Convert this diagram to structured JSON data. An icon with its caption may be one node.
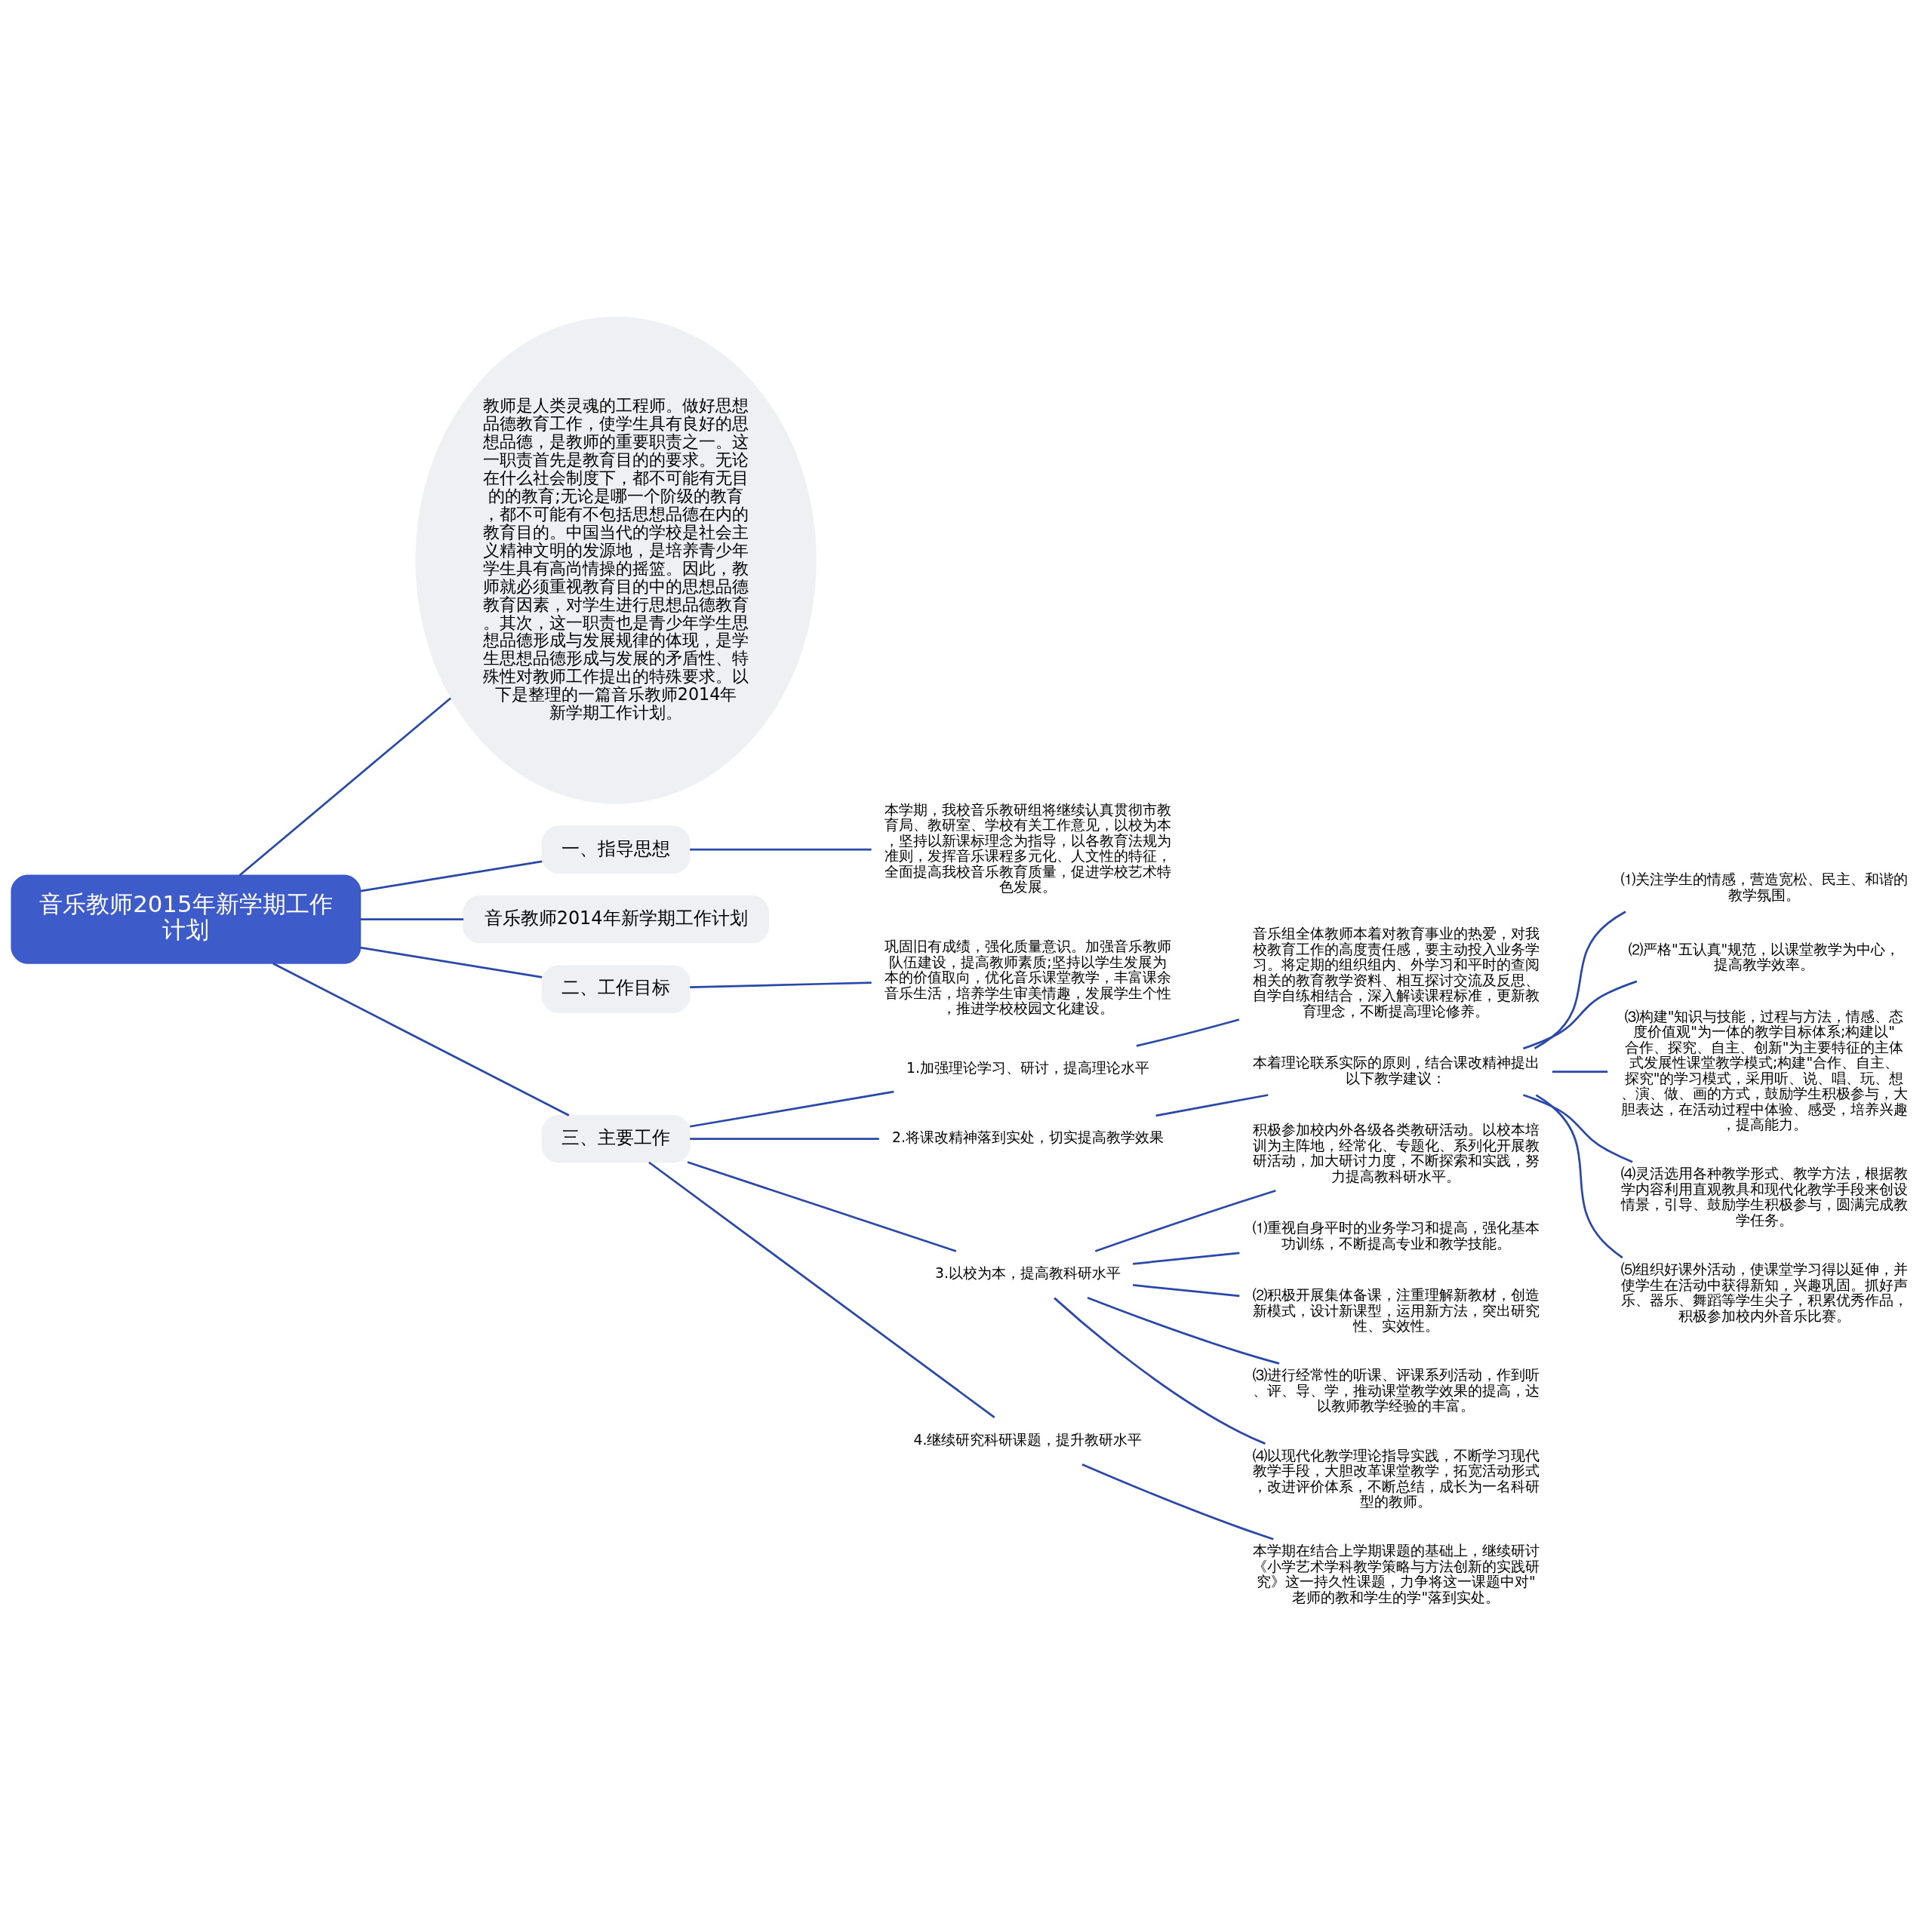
{
  "diagram": {
    "nodes": [
      {
        "text": [
          "音乐教师2015年新学期工作计划"
        ]
      },
      {
        "text": [
          "教师是人类灵魂的工程师。做好思想品德教育工作，使学生具有良好的思想品德，是教师的重要职责之一。这一职责首先是教育目的的要求。无论在什么社会制度下，都不可能有无目的的教育;无论是哪一个阶级的教育，都不可能有不包括思想品德在内的教育目的。中国当代的学校是社会主义精神文明的发源地，是培养青少年学生具有高尚情操的摇篮。因此，教师就必须重视教育目的中的思想品德教育因素，对学生进行思想品德教育。其次，这一职责也是青少年学生思想品德形成与发展规律的体现，是学生思想品德形成与发展的矛盾性、特殊性对教师工作提出的特殊要求。以下是整理的一篇音乐教师2014年新学期工作计划。"
        ]
      },
      {
        "text": [
          "一、指导思想"
        ]
      },
      {
        "text": [
          "本学期，我校音乐教研组将继续认真贯彻市教育局、教研室、学校有关工作意见，以校为本，坚持以新课标理念为指导，以各教育法规为准则，发挥音乐课程多元化、人文性的特征，全面提高我校音乐教育质量，促进学校艺术特色发展。"
        ]
      },
      {
        "text": [
          "音乐教师2014年新学期工作计划"
        ]
      },
      {
        "text": [
          "二、工作目标"
        ]
      },
      {
        "text": [
          "巩固旧有成绩，强化质量意识。加强音乐教师队伍建设，提高教师素质;坚持以学生发展为本的价值取向，优化音乐课堂教学，丰富课余音乐生活，培养学生审美情趣，发展学生个性，推进学校校园文化建设。"
        ]
      },
      {
        "text": [
          "三、主要工作"
        ]
      },
      {
        "text": [
          "1.加强理论学习、研讨，提高理论水平"
        ]
      },
      {
        "text": [
          "音乐组全体教师本着对教育事业的热爱，对我校教育工作的高度责任感，要主动投入业务学习。将定期的组织组内、外学习和平时的查阅相关的教育教学资料、相互探讨交流及反思、自学自练相结合，深入解读课程标准，更新教育理念，不断提高理论修养。"
        ]
      },
      {
        "text": [
          "2.将课改精神落到实处，切实提高教学效果"
        ]
      },
      {
        "text": [
          "本着理论联系实际的原则，结合课改精神提出以下教学建议："
        ]
      },
      {
        "text": [
          "⑴关注学生的情感，营造宽松、民主、和谐的教学氛围。"
        ]
      },
      {
        "text": [
          "⑵严格\"五认真\"规范，以课堂教学为中心，提高教学效率。"
        ]
      },
      {
        "text": [
          "⑶构建\"知识与技能，过程与方法，情感、态度价值观\"为一体的教学目标体系;构建以\"合作、探究、自主、创新\"为主要特征的主体式发展性课堂教学模式;构建\"合作、自主、探究\"的学习模式，采用听、说、唱、玩、想、演、做、画的方式，鼓励学生积极参与，大胆表达，在活动过程中体验、感受，培养兴趣，提高能力。"
        ]
      },
      {
        "text": [
          "⑷灵活选用各种教学形式、教学方法，根据教学内容利用直观教具和现代化教学手段来创设情景，引导、鼓励学生积极参与，圆满完成教学任务。"
        ]
      },
      {
        "text": [
          "⑸组织好课外活动，使课堂学习得以延伸，并使学生在活动中获得新知，兴趣巩固。抓好声乐、器乐、舞蹈等学生尖子，积累优秀作品，积极参加校内外音乐比赛。"
        ]
      },
      {
        "text": [
          "3.以校为本，提高教科研水平"
        ]
      },
      {
        "text": [
          "积极参加校内外各级各类教研活动。以校本培训为主阵地，经常化、专题化、系列化开展教研活动，加大研讨力度，不断探索和实践，努力提高教科研水平。"
        ]
      },
      {
        "text": [
          "⑴重视自身平时的业务学习和提高，强化基本功训练，不断提高专业和教学技能。"
        ]
      },
      {
        "text": [
          "⑵积极开展集体备课，注重理解新教材，创造新模式，设计新课型，运用新方法，突出研究性、实效性。"
        ]
      },
      {
        "text": [
          "⑶进行经常性的听课、评课系列活动，作到听、评、导、学，推动课堂教学效果的提高，达以教师教学经验的丰富。"
        ]
      },
      {
        "text": [
          "⑷以现代化教学理论指导实践，不断学习现代教学手段，大胆改革课堂教学，拓宽活动形式，改进评价体系，不断总结，成长为一名科研型的教师。"
        ]
      },
      {
        "text": [
          "4.继续研究科研课题，提升教研水平"
        ]
      },
      {
        "text": [
          "本学期在结合上学期课题的基础上，继续研讨《小学艺术学科教学策略与方法创新的实践研究》这一持久性课题，力争将这一课题中对\"老师的教和学生的学\"落到实处。"
        ]
      }
    ],
    "edges": [
      {
        "from": 0,
        "to": 1,
        "arrow": "none"
      },
      {
        "from": 0,
        "to": 2,
        "arrow": "none"
      },
      {
        "from": 2,
        "to": 3,
        "arrow": "none"
      },
      {
        "from": 0,
        "to": 4,
        "arrow": "none"
      },
      {
        "from": 0,
        "to": 5,
        "arrow": "none"
      },
      {
        "from": 5,
        "to": 6,
        "arrow": "none"
      },
      {
        "from": 0,
        "to": 7,
        "arrow": "none"
      },
      {
        "from": 7,
        "to": 8,
        "arrow": "none"
      },
      {
        "from": 8,
        "to": 9,
        "arrow": "none"
      },
      {
        "from": 7,
        "to": 10,
        "arrow": "none"
      },
      {
        "from": 10,
        "to": 11,
        "arrow": "none"
      },
      {
        "from": 11,
        "to": 12,
        "arrow": "none"
      },
      {
        "from": 11,
        "to": 13,
        "arrow": "none"
      },
      {
        "from": 11,
        "to": 14,
        "arrow": "none"
      },
      {
        "from": 11,
        "to": 15,
        "arrow": "none"
      },
      {
        "from": 11,
        "to": 16,
        "arrow": "none"
      },
      {
        "from": 7,
        "to": 17,
        "arrow": "none"
      },
      {
        "from": 17,
        "to": 18,
        "arrow": "none"
      },
      {
        "from": 17,
        "to": 19,
        "arrow": "none"
      },
      {
        "from": 17,
        "to": 20,
        "arrow": "none"
      },
      {
        "from": 17,
        "to": 21,
        "arrow": "none"
      },
      {
        "from": 17,
        "to": 22,
        "arrow": "none"
      },
      {
        "from": 7,
        "to": 23,
        "arrow": "none"
      },
      {
        "from": 23,
        "to": 24,
        "arrow": "none"
      }
    ]
  }
}
